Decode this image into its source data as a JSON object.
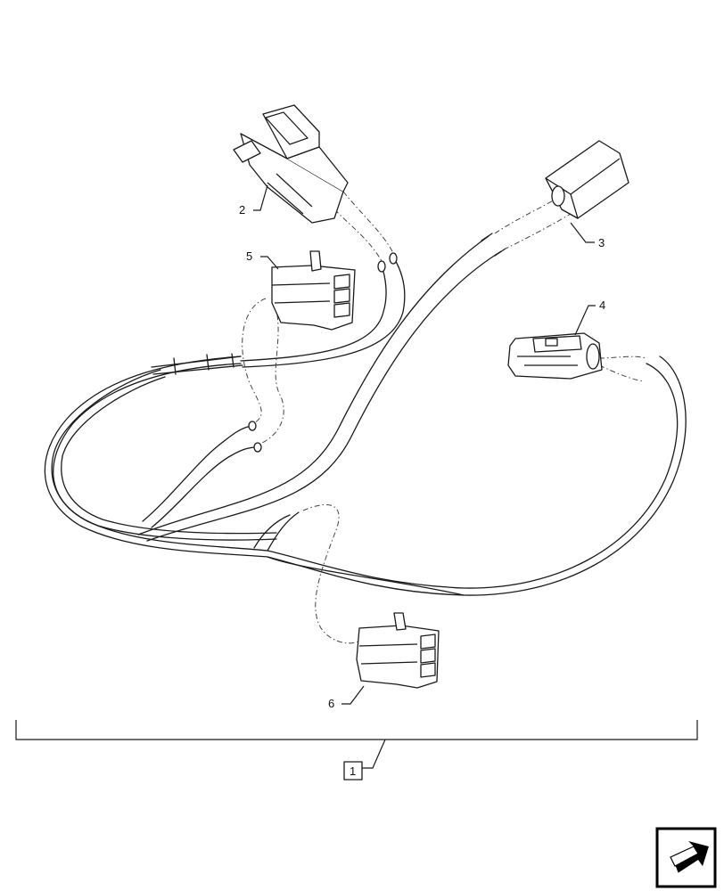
{
  "callouts": {
    "c1": "1",
    "c2": "2",
    "c3": "3",
    "c4": "4",
    "c5": "5",
    "c6": "6"
  },
  "icons": {
    "next_page": "arrow-right-icon"
  }
}
